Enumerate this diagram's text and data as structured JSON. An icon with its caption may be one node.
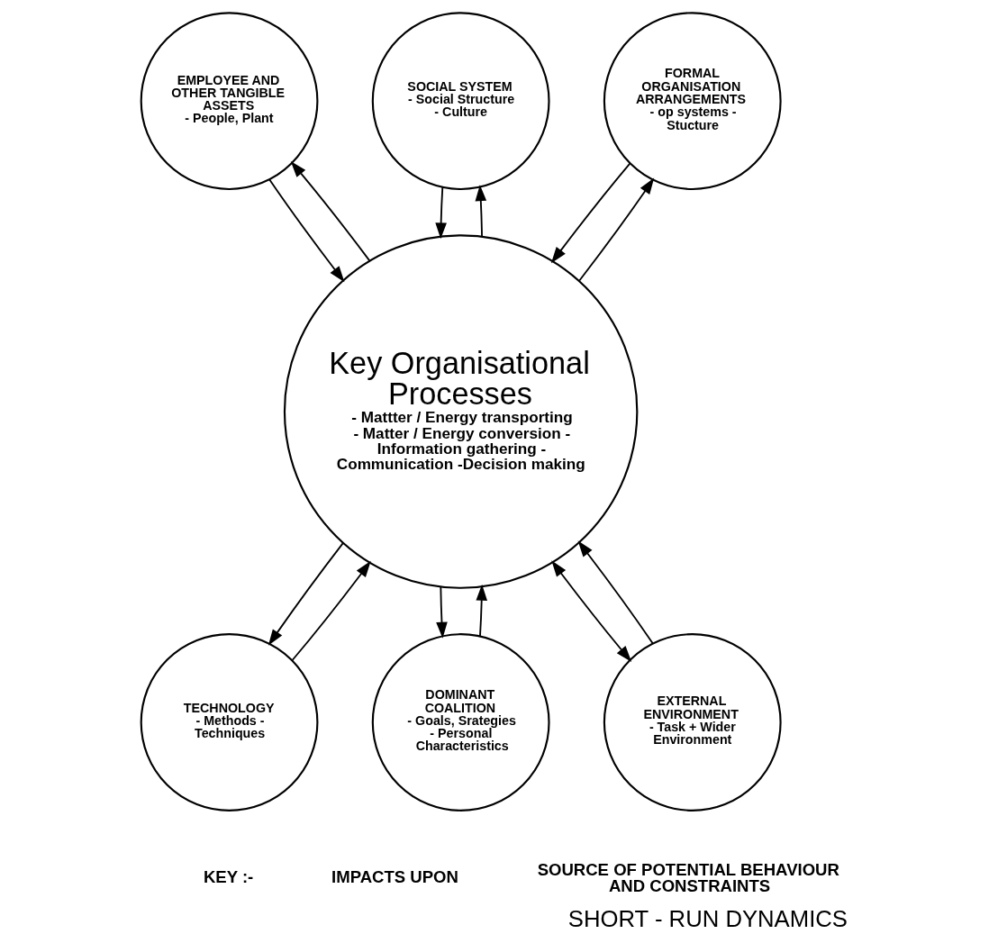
{
  "diagram": {
    "title": "SHORT - RUN DYNAMICS",
    "nodes": [
      {
        "text": [
          "Key Organisational Processes",
          "- Mattter / Energy transporting - Matter / Energy conversion - Information gathering - Communication -Decision making"
        ]
      },
      {
        "text": [
          "EMPLOYEE AND OTHER TANGIBLE ASSETS",
          "- People, Plant"
        ]
      },
      {
        "text": [
          "SOCIAL SYSTEM",
          "- Social Structure - Culture"
        ]
      },
      {
        "text": [
          "FORMAL ORGANISATION ARRANGEMENTS",
          "- op systems - Stucture"
        ]
      },
      {
        "text": [
          "TECHNOLOGY",
          "- Methods - Techniques"
        ]
      },
      {
        "text": [
          "DOMINANT COALITION",
          "- Goals, Srategies - Personal Characteristics"
        ]
      },
      {
        "text": [
          "EXTERNAL ENVIRONMENT",
          "- Task + Wider Environment"
        ]
      }
    ],
    "edges": [
      {
        "from": 1,
        "to": 0,
        "arrow": "to"
      },
      {
        "from": 0,
        "to": 1,
        "arrow": "to"
      },
      {
        "from": 2,
        "to": 0,
        "arrow": "to"
      },
      {
        "from": 0,
        "to": 2,
        "arrow": "to"
      },
      {
        "from": 3,
        "to": 0,
        "arrow": "to"
      },
      {
        "from": 0,
        "to": 3,
        "arrow": "to"
      },
      {
        "from": 0,
        "to": 4,
        "arrow": "to"
      },
      {
        "from": 4,
        "to": 0,
        "arrow": "to"
      },
      {
        "from": 0,
        "to": 5,
        "arrow": "to"
      },
      {
        "from": 5,
        "to": 0,
        "arrow": "to"
      },
      {
        "from": 0,
        "to": 6,
        "arrow": "both"
      },
      {
        "from": 6,
        "to": 0,
        "arrow": "to"
      }
    ],
    "labels": [
      "KEY :-"
    ],
    "legend": [
      {
        "text": "IMPACTS UPON"
      },
      {
        "text": "SOURCE OF POTENTIAL BEHAVIOUR AND CONSTRAINTS"
      }
    ]
  }
}
